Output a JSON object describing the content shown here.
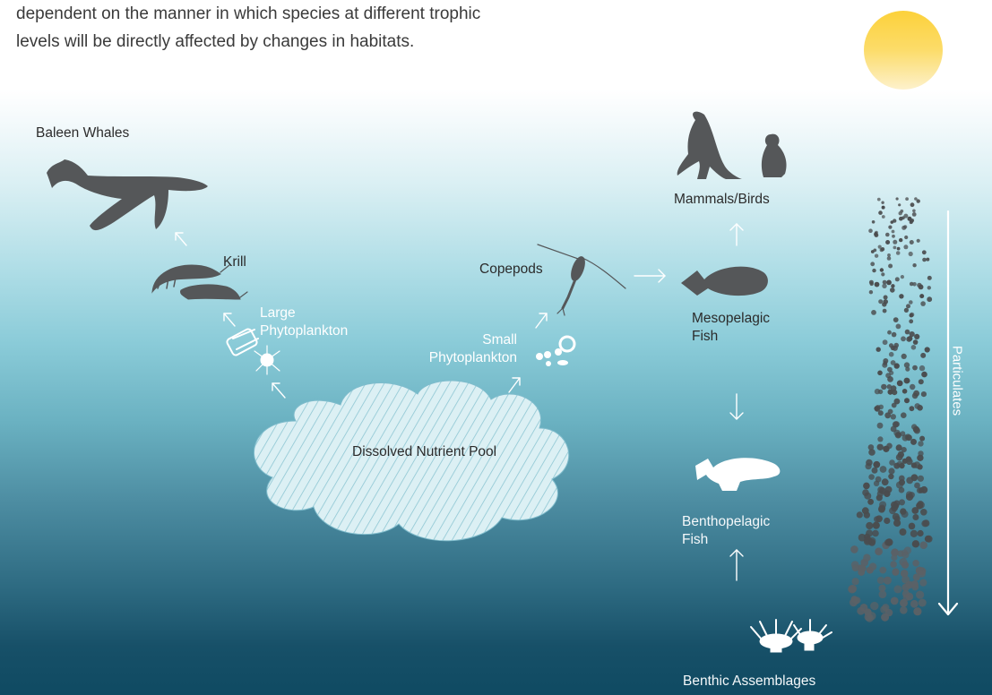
{
  "intro": {
    "line1": "dependent on the manner in which species at different trophic",
    "line2": "levels will be directly affected by changes in habitats."
  },
  "labels": {
    "baleen_whales": "Baleen Whales",
    "krill": "Krill",
    "large_phyto_line1": "Large",
    "large_phyto_line2": "Phytoplankton",
    "copepods": "Copepods",
    "small_phyto_line1": "Small",
    "small_phyto_line2": "Phytoplankton",
    "mammals_birds": "Mammals/Birds",
    "meso_line1": "Mesopelagic",
    "meso_line2": "Fish",
    "bentho_line1": "Benthopelagic",
    "bentho_line2": "Fish",
    "benthic": "Benthic Assemblages",
    "nutrient_pool": "Dissolved Nutrient Pool",
    "particulates": "Particulates"
  },
  "icons": {
    "sun": "sun-icon",
    "whale": "whale-icon",
    "krill": "krill-icon",
    "large_phytoplankton": "diatom-icon",
    "copepod": "copepod-icon",
    "small_phytoplankton": "small-cells-icon",
    "seal": "seal-icon",
    "penguin": "penguin-icon",
    "mesopelagic_fish": "lanternfish-icon",
    "benthopelagic_fish": "toothfish-icon",
    "benthic": "anemone-icon",
    "particles": "particle-column-icon"
  },
  "colors": {
    "sun": "#fcd13a",
    "sea_surface": "#ffffff",
    "sea_deep": "#0f4a62",
    "silhouette_dark": "#555759",
    "silhouette_light": "#ffffff",
    "cloud_fill": "#d9eef3"
  }
}
